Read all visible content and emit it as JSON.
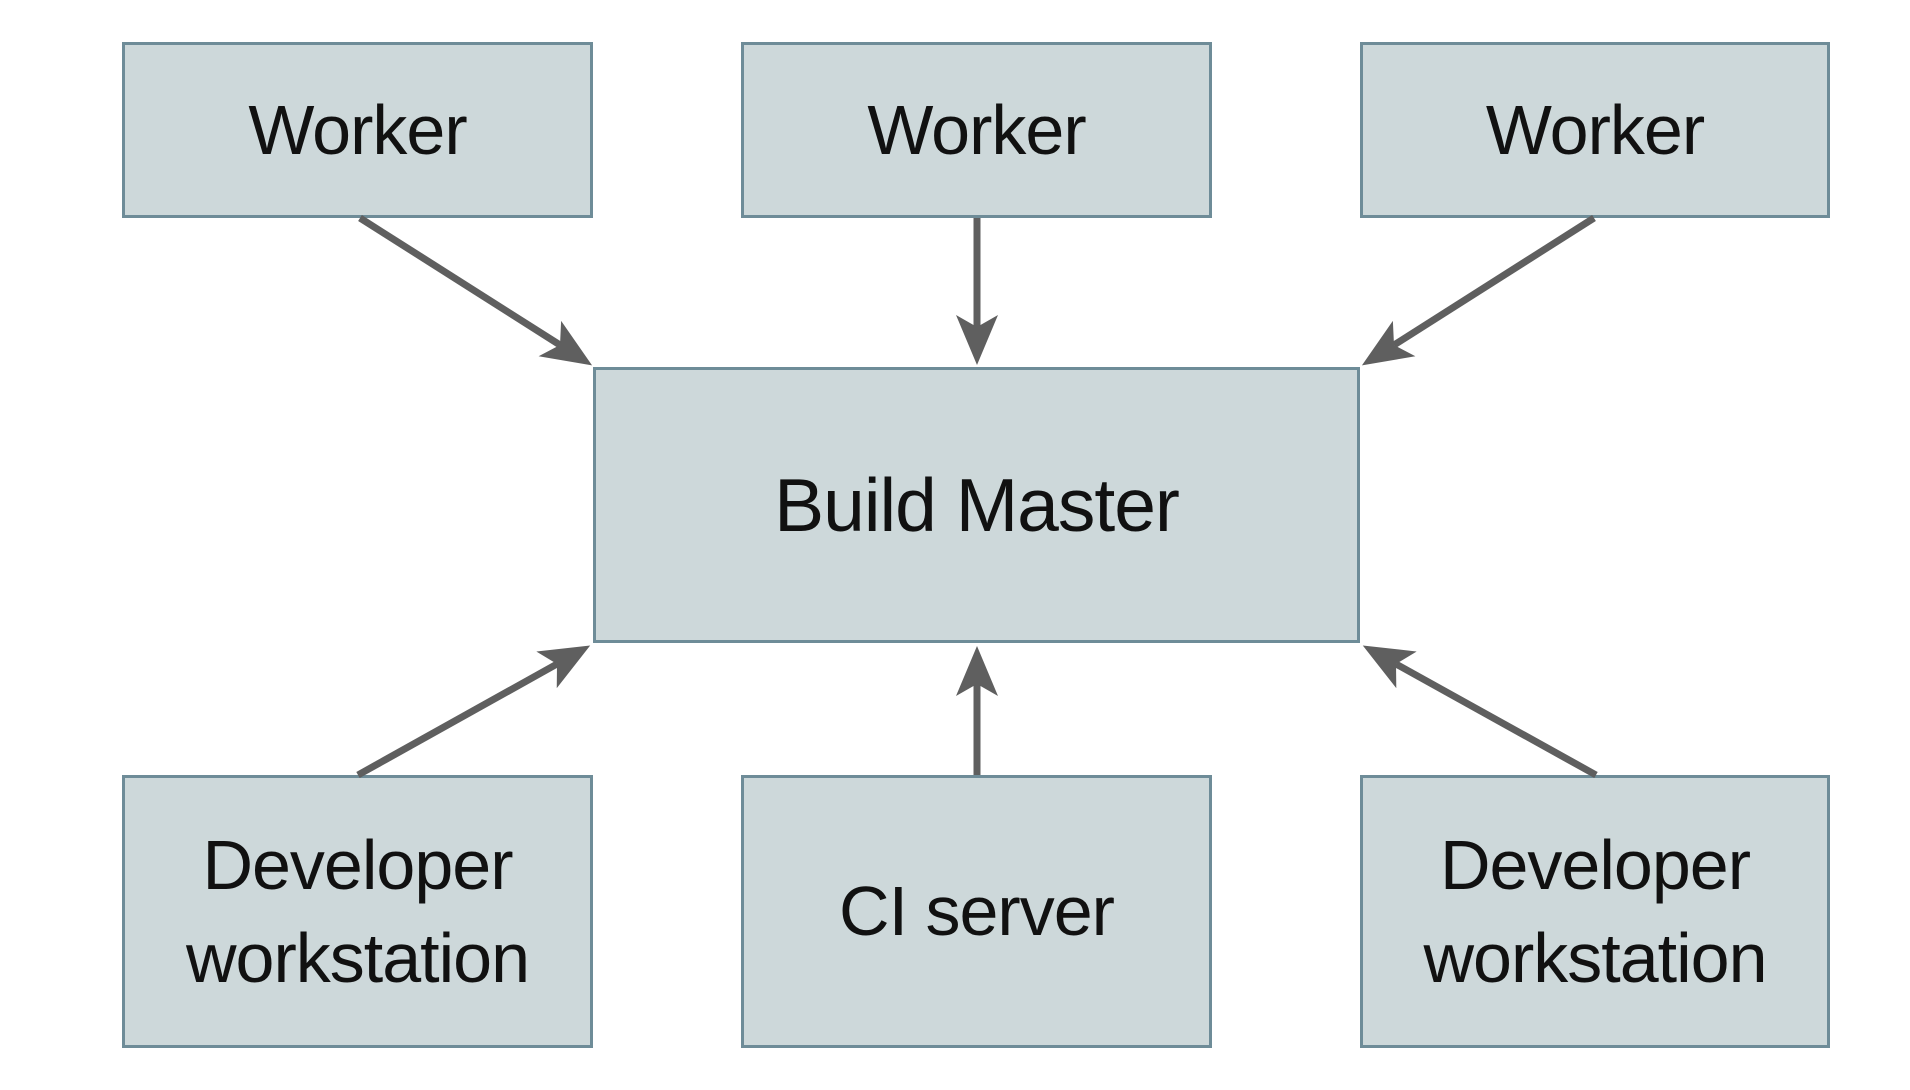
{
  "diagram": {
    "type": "architecture-diagram",
    "colors": {
      "background": "#ffffff",
      "node_fill": "#cdd8da",
      "node_border": "#6e8c98",
      "arrow": "#5f5f5f",
      "text": "#111111"
    },
    "nodes": [
      {
        "id": "worker-1",
        "label": "Worker"
      },
      {
        "id": "worker-2",
        "label": "Worker"
      },
      {
        "id": "worker-3",
        "label": "Worker"
      },
      {
        "id": "build-master",
        "label": "Build Master"
      },
      {
        "id": "developer-workstation-left",
        "label": "Developer workstation"
      },
      {
        "id": "ci-server",
        "label": "CI server"
      },
      {
        "id": "developer-workstation-right",
        "label": "Developer workstation"
      }
    ],
    "edges": [
      {
        "from": "worker-1",
        "to": "build-master",
        "direction": "down-right"
      },
      {
        "from": "worker-2",
        "to": "build-master",
        "direction": "down"
      },
      {
        "from": "worker-3",
        "to": "build-master",
        "direction": "down-left"
      },
      {
        "from": "developer-workstation-left",
        "to": "build-master",
        "direction": "up-right"
      },
      {
        "from": "ci-server",
        "to": "build-master",
        "direction": "up"
      },
      {
        "from": "developer-workstation-right",
        "to": "build-master",
        "direction": "up-left"
      }
    ]
  }
}
